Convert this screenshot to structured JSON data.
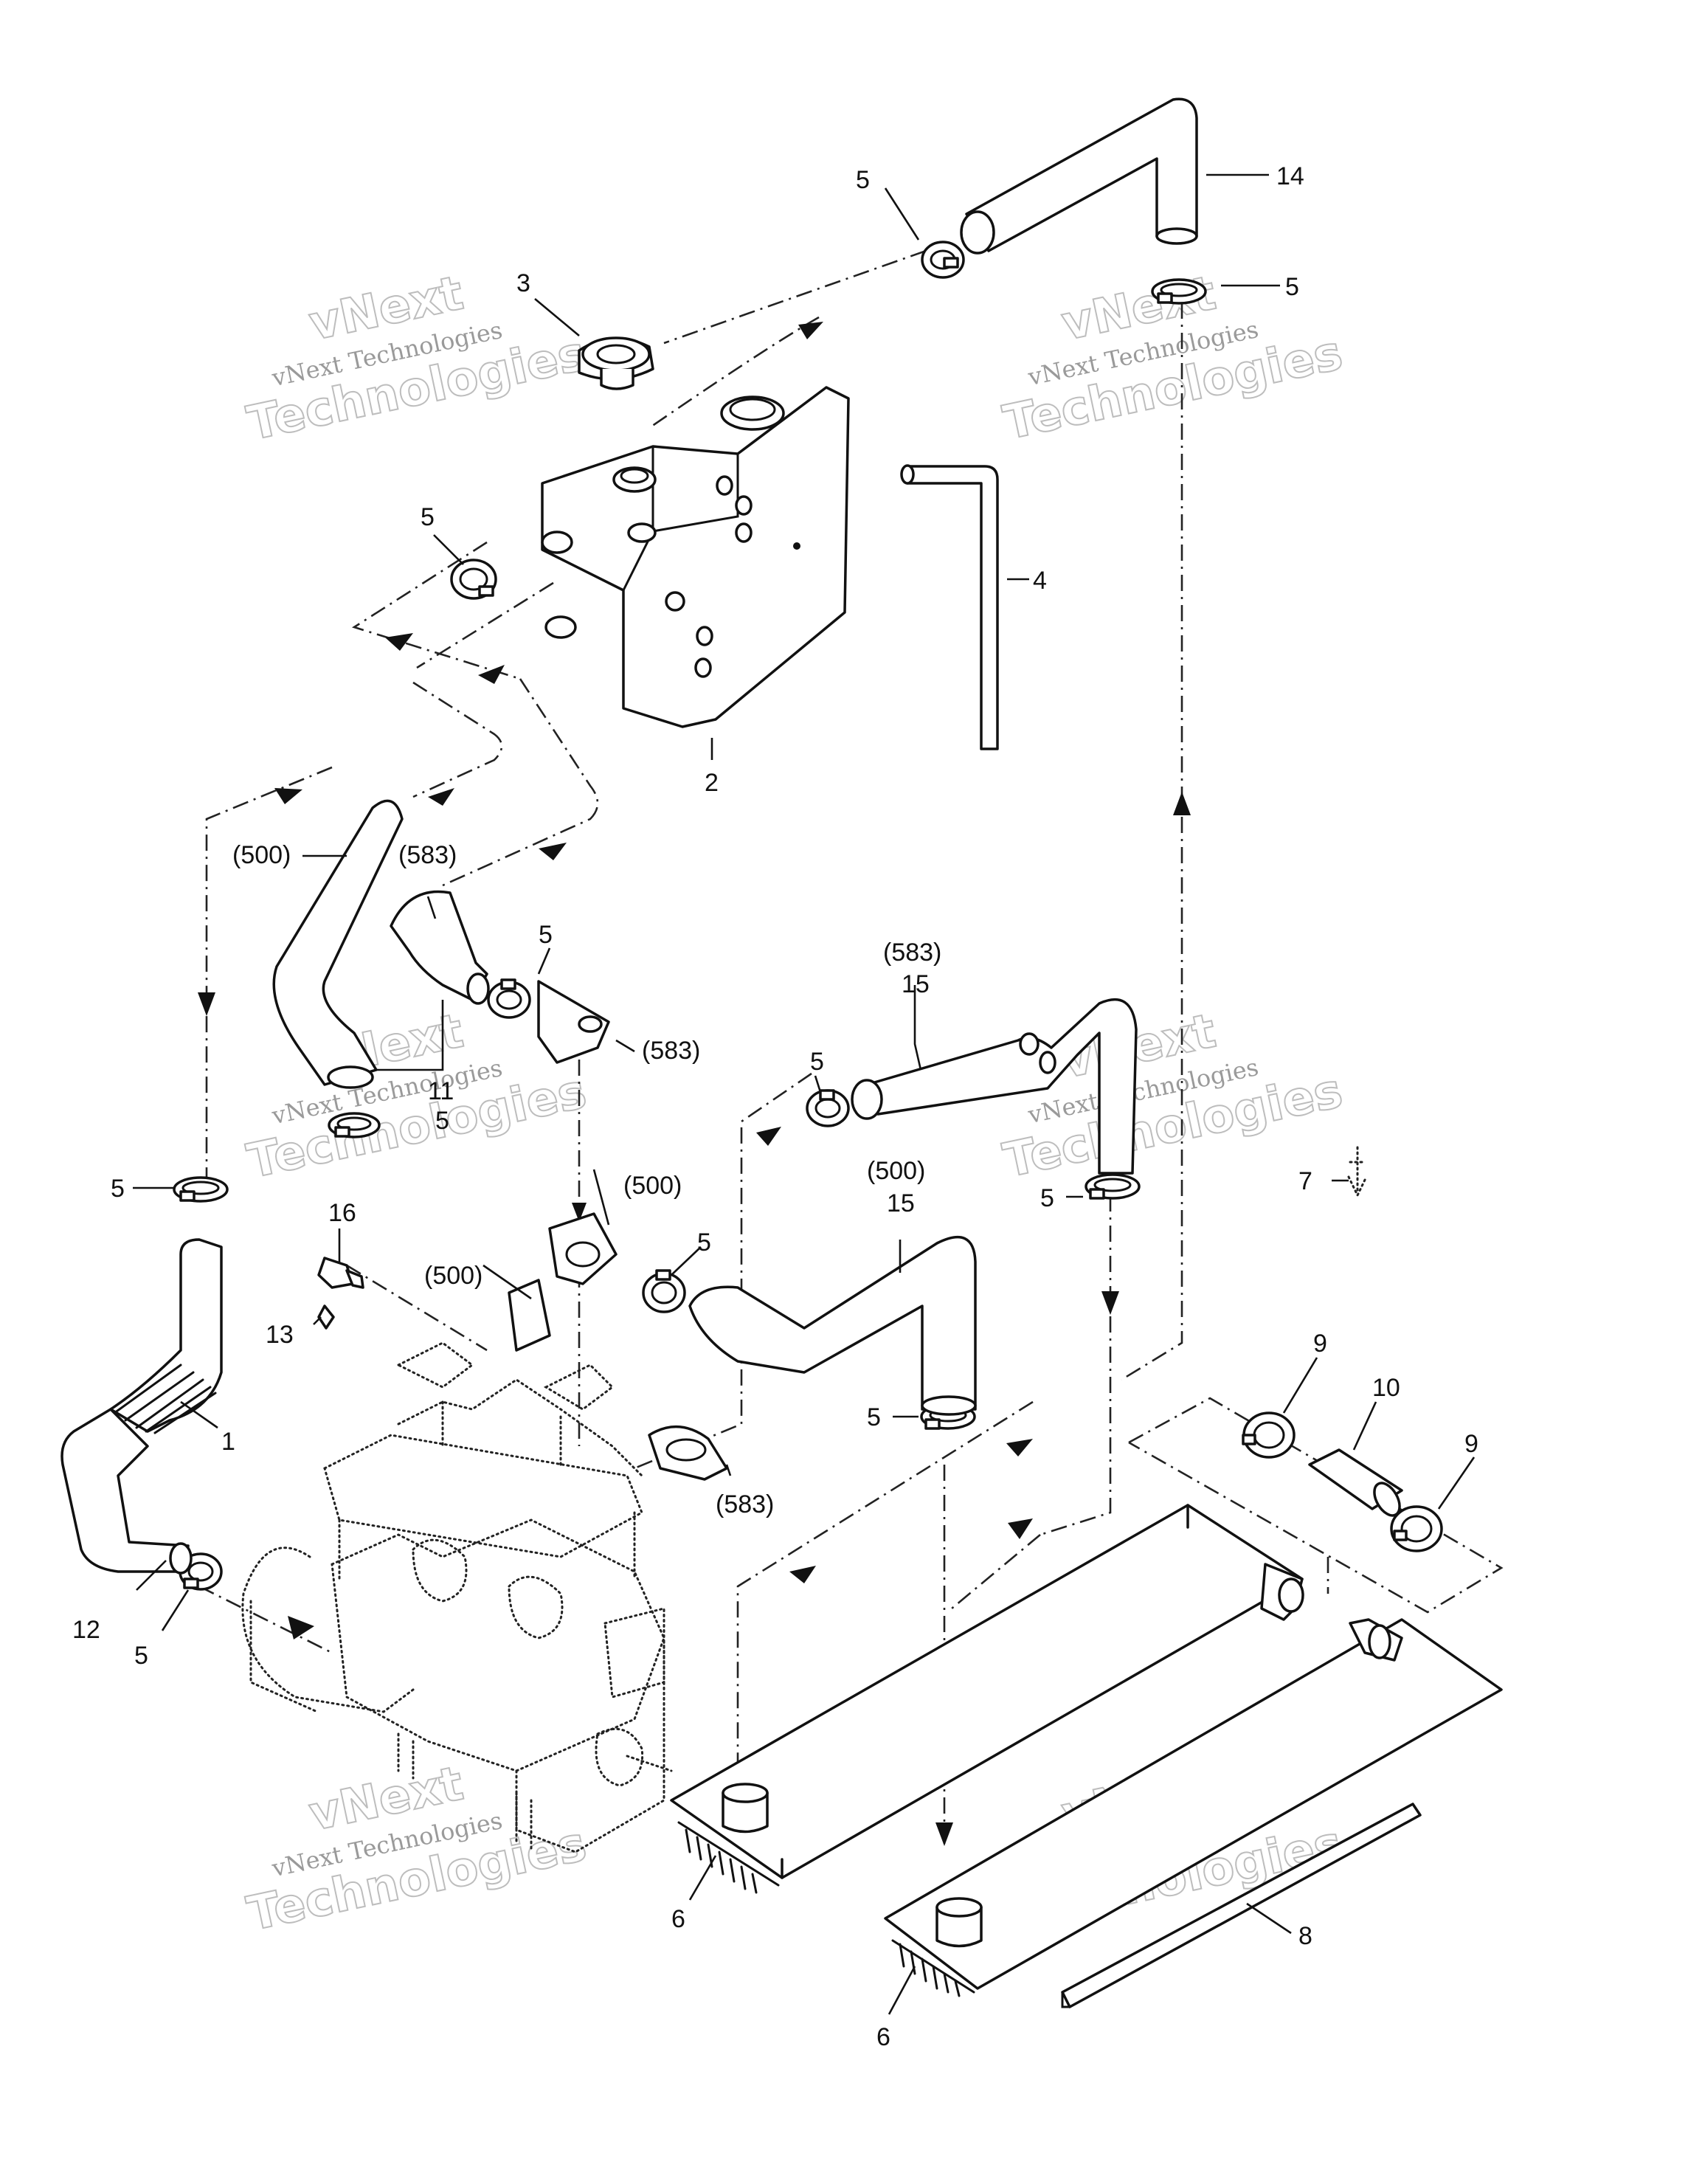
{
  "watermark": {
    "brand_short": "vNext",
    "brand_full": "vNext Technologies",
    "brand_word": "Technologies"
  },
  "callouts": {
    "c1": "1",
    "c2": "2",
    "c3": "3",
    "c4": "4",
    "c5_a": "5",
    "c5_b": "5",
    "c5_c": "5",
    "c5_d": "5",
    "c5_e": "5",
    "c5_f": "5",
    "c5_g": "5",
    "c5_h": "5",
    "c5_i": "5",
    "c5_j": "5",
    "c5_k": "5",
    "c6_a": "6",
    "c6_b": "6",
    "c7": "7",
    "c8": "8",
    "c9_a": "9",
    "c9_b": "9",
    "c10": "10",
    "c11": "11",
    "c12": "12",
    "c13": "13",
    "c14": "14",
    "c15_a": "15",
    "c15_b": "15",
    "c16": "16",
    "v500_a": "(500)",
    "v500_b": "(500)",
    "v500_c": "(500)",
    "v500_d": "(500)",
    "v583_a": "(583)",
    "v583_b": "(583)",
    "v583_c": "(583)",
    "v583_d": "(583)"
  }
}
